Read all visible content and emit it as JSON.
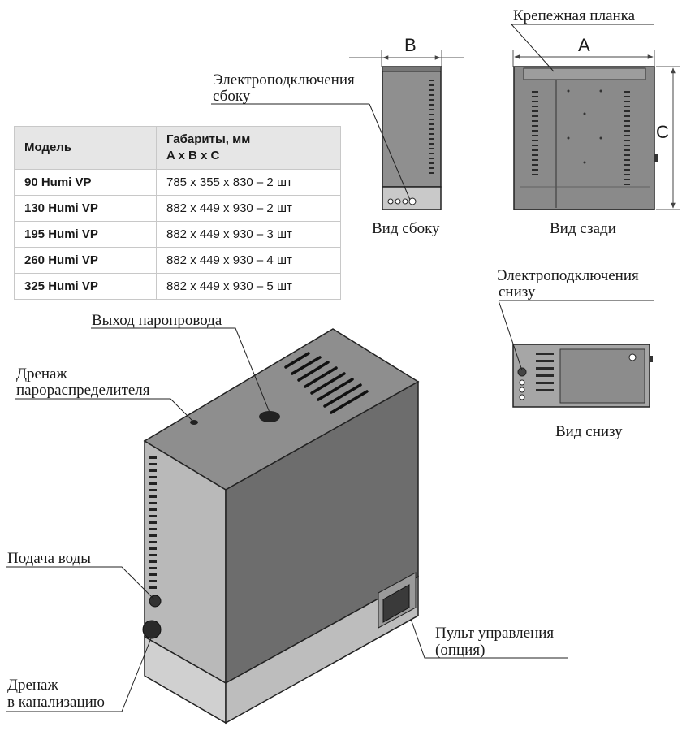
{
  "table": {
    "header_model": "Модель",
    "header_dims_line1": "Габариты, мм",
    "header_dims_line2": "A x B x C",
    "rows": [
      {
        "model": "90 Humi VP",
        "dims": "785 x 355 x 830  – 2 шт"
      },
      {
        "model": "130 Humi VP",
        "dims": "882 x 449 x 930  – 2 шт"
      },
      {
        "model": "195 Humi VP",
        "dims": "882 x 449 x 930  – 3 шт"
      },
      {
        "model": "260 Humi VP",
        "dims": "882 x 449 x 930  – 4 шт"
      },
      {
        "model": "325 Humi VP",
        "dims": "882 x 449 x 930  – 5 шт"
      }
    ]
  },
  "views": {
    "side": "Вид сбоку",
    "rear": "Вид сзади",
    "bottom": "Вид снизу"
  },
  "dimensions": {
    "a": "A",
    "b": "B",
    "c": "C"
  },
  "callouts": {
    "mounting_bar": "Крепежная планка",
    "electrical_side_1": "Электроподключения",
    "electrical_side_2": "сбоку",
    "electrical_bottom_1": "Электроподключения",
    "electrical_bottom_2": "снизу",
    "steam_outlet": "Выход паропровода",
    "drain_distributor_1": "Дренаж",
    "drain_distributor_2": "парораспределителя",
    "water_supply": "Подача воды",
    "drain_sewer_1": "Дренаж",
    "drain_sewer_2": "в канализацию",
    "control_panel_1": "Пульт управления",
    "control_panel_2": "(опция)"
  }
}
